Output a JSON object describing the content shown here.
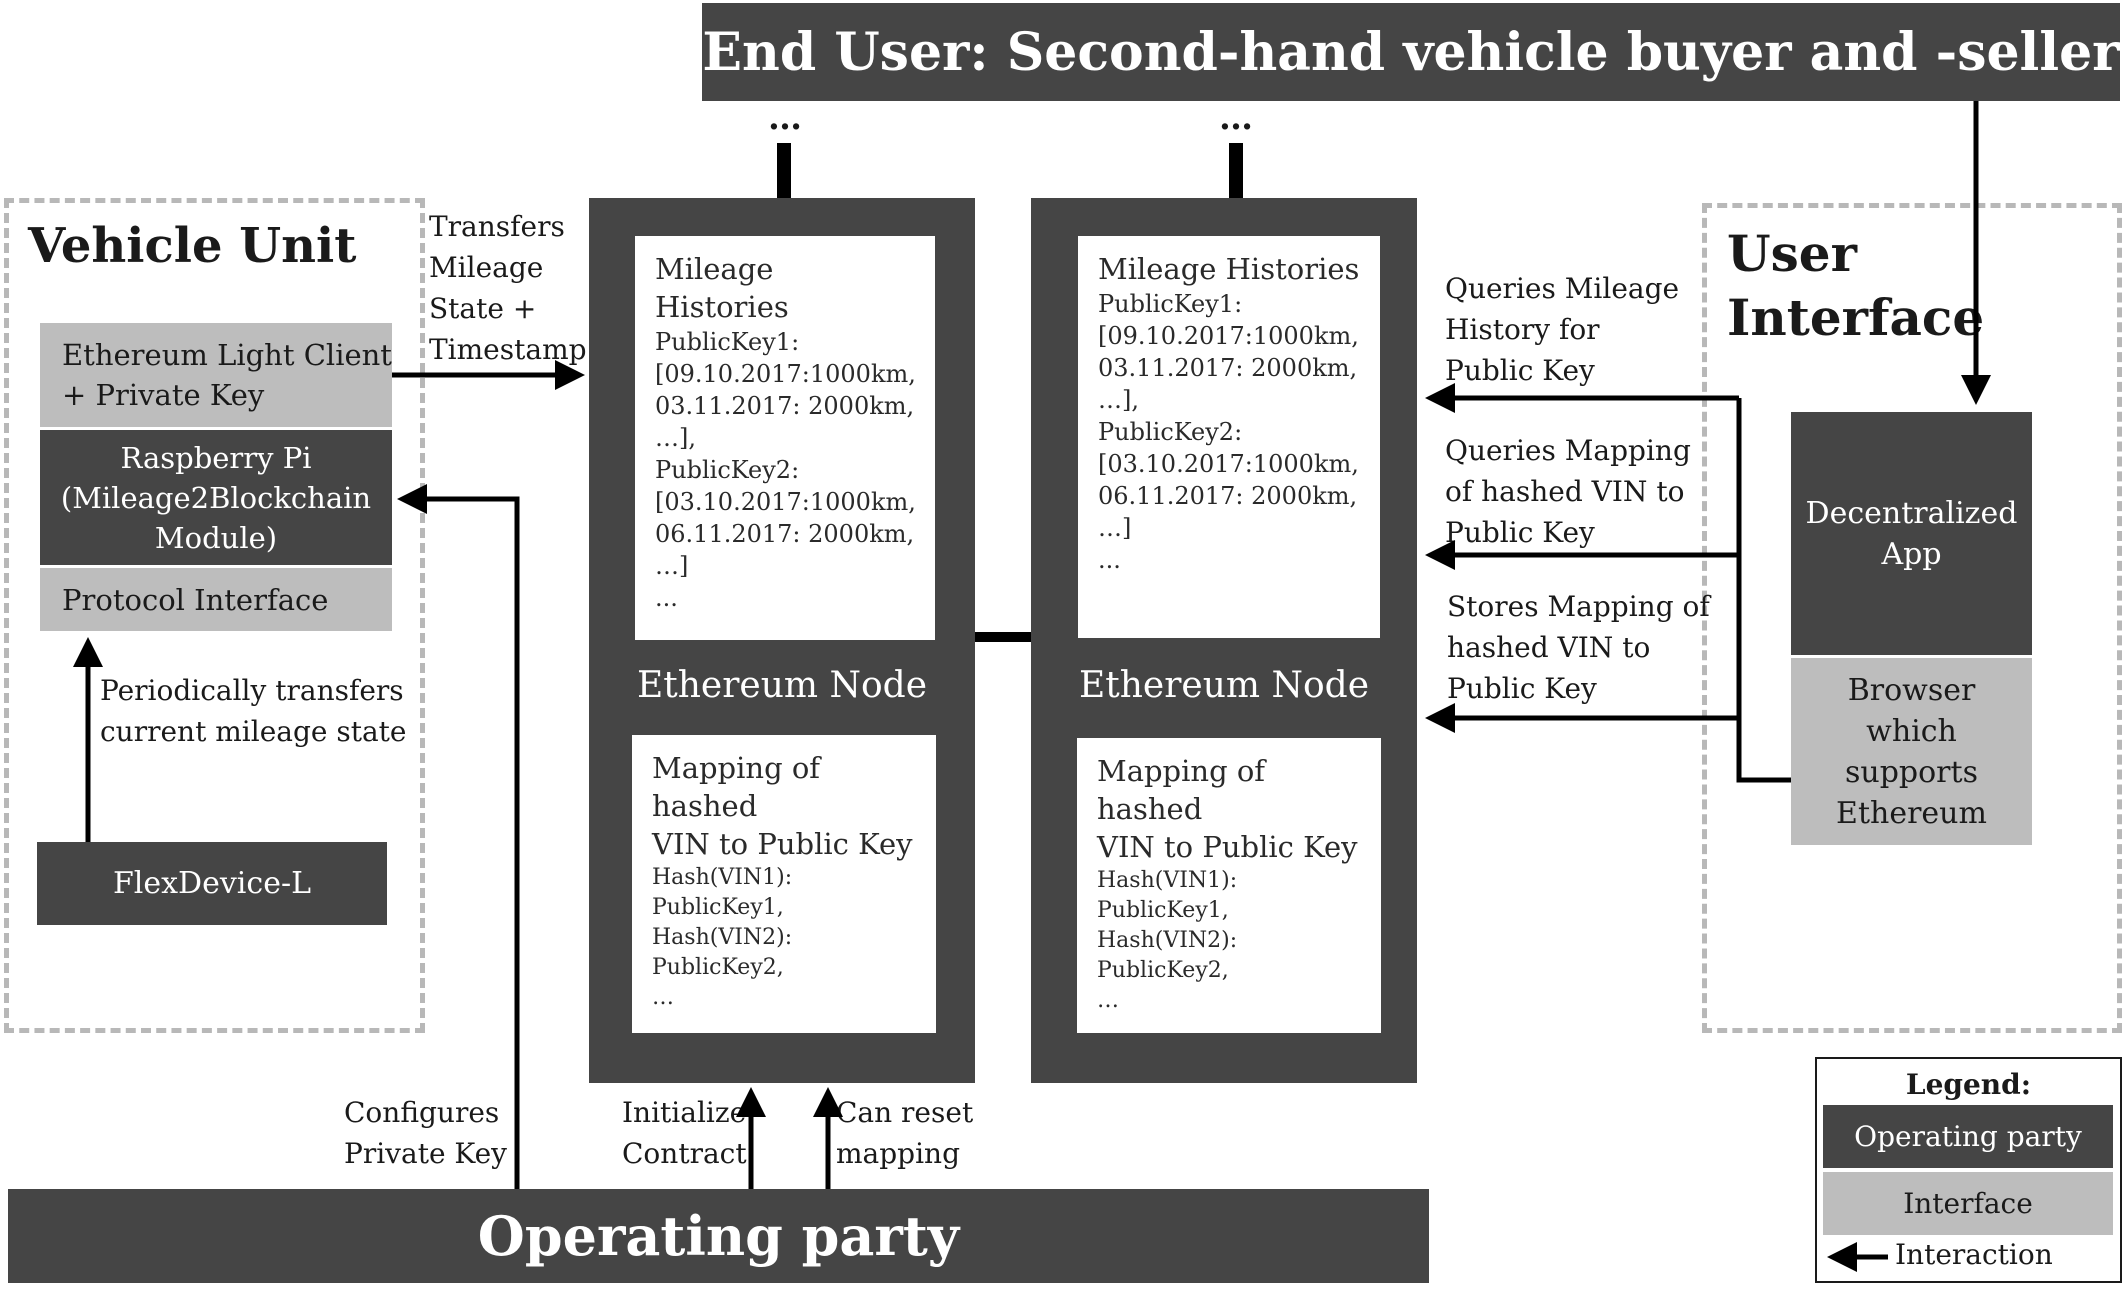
{
  "end_user": {
    "title": "End User: Second-hand vehicle buyer and -seller"
  },
  "operating_party": {
    "title": "Operating party"
  },
  "vehicle_unit": {
    "title": "Vehicle Unit",
    "eth_light_client": "Ethereum Light Client\n+ Private Key",
    "raspberry_pi": "Raspberry Pi\n(Mileage2Blockchain\nModule)",
    "protocol_interface": "Protocol Interface",
    "flexdevice": "FlexDevice-L",
    "periodic_label": "Periodically transfers\ncurrent mileage state"
  },
  "labels": {
    "transfers_mileage": "Transfers\nMileage\nState +\nTimestamp",
    "configures_key": "Configures\nPrivate Key",
    "initialize_contract": "Initialize\nContract",
    "can_reset": "Can reset\nmapping",
    "queries_history": "Queries Mileage\nHistory for\nPublic Key",
    "queries_mapping": "Queries Mapping\nof hashed VIN to\nPublic Key",
    "stores_mapping": "Stores Mapping of\nhashed VIN to\nPublic Key",
    "continuation": "…"
  },
  "nodes": [
    {
      "label": "Ethereum Node",
      "histories_title": "Mileage Histories",
      "histories_body": "PublicKey1:\n[09.10.2017:1000km,\n03.11.2017: 2000km,\n…],\nPublicKey2:\n[03.10.2017:1000km,\n06.11.2017: 2000km,\n…]\n...",
      "mapping_title": "Mapping of hashed\nVIN to Public Key",
      "mapping_body": "Hash(VIN1): PublicKey1,\nHash(VIN2): PublicKey2,\n…"
    },
    {
      "label": "Ethereum Node",
      "histories_title": "Mileage Histories",
      "histories_body": "PublicKey1:\n[09.10.2017:1000km,\n03.11.2017: 2000km,\n…],\nPublicKey2:\n[03.10.2017:1000km,\n06.11.2017: 2000km,\n…]\n...",
      "mapping_title": "Mapping of hashed\nVIN to Public Key",
      "mapping_body": "Hash(VIN1): PublicKey1,\nHash(VIN2): PublicKey2,\n…"
    }
  ],
  "user_interface": {
    "title": "User\nInterface",
    "dapp": "Decentralized\nApp",
    "browser": "Browser\nwhich\nsupports\nEthereum"
  },
  "legend": {
    "title": "Legend:",
    "operating_party": "Operating party",
    "interface": "Interface",
    "interaction": "Interaction"
  },
  "colors": {
    "operating_party": "#454545",
    "interface": "#bdbdbd",
    "interaction": "#000000",
    "dashed_border": "#b8b8b8"
  }
}
